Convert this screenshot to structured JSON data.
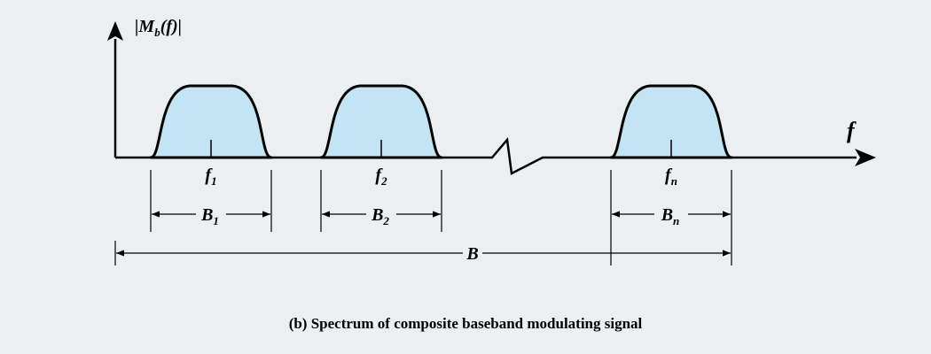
{
  "axis": {
    "y_label": {
      "prefix": "|M",
      "sub": "b",
      "suffix": "(f)|"
    },
    "x_label": "f"
  },
  "bands": [
    {
      "center": {
        "main": "f",
        "sub": "1"
      },
      "width": {
        "main": "B",
        "sub": "1"
      }
    },
    {
      "center": {
        "main": "f",
        "sub": "2"
      },
      "width": {
        "main": "B",
        "sub": "2"
      }
    },
    {
      "center": {
        "main": "f",
        "sub": "n"
      },
      "width": {
        "main": "B",
        "sub": "n"
      }
    }
  ],
  "total_bandwidth": "B",
  "caption": "(b) Spectrum of composite baseband modulating signal",
  "colors": {
    "band_fill": "#c3e4f5",
    "stroke": "#000000",
    "background": "#eceff1"
  }
}
